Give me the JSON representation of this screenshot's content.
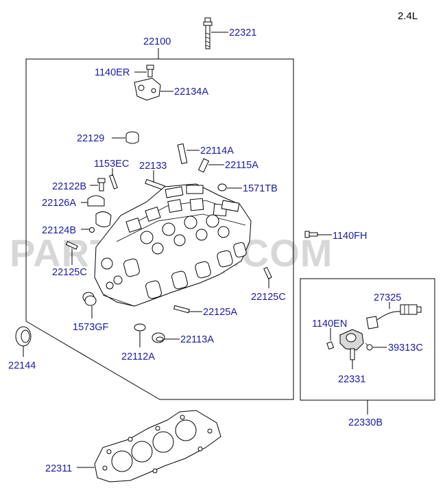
{
  "engine_label": "2.4L",
  "watermark": "PARTSOUQ.COM",
  "labels": {
    "p22321": "22321",
    "p22100": "22100",
    "p1140ER": "1140ER",
    "p22134A": "22134A",
    "p22129": "22129",
    "p22114A": "22114A",
    "p1153EC": "1153EC",
    "p22133": "22133",
    "p22115A": "22115A",
    "p22122B": "22122B",
    "p1571TB": "1571TB",
    "p22126A": "22126A",
    "p22124B": "22124B",
    "p1140FH": "1140FH",
    "p22125C_left": "22125C",
    "p22125C_right": "22125C",
    "p27325": "27325",
    "p1573GF": "1573GF",
    "p22125A": "22125A",
    "p1140EN": "1140EN",
    "p39313C": "39313C",
    "p22144": "22144",
    "p22113A": "22113A",
    "p22112A": "22112A",
    "p22331": "22331",
    "p22330B": "22330B",
    "p22311": "22311"
  }
}
